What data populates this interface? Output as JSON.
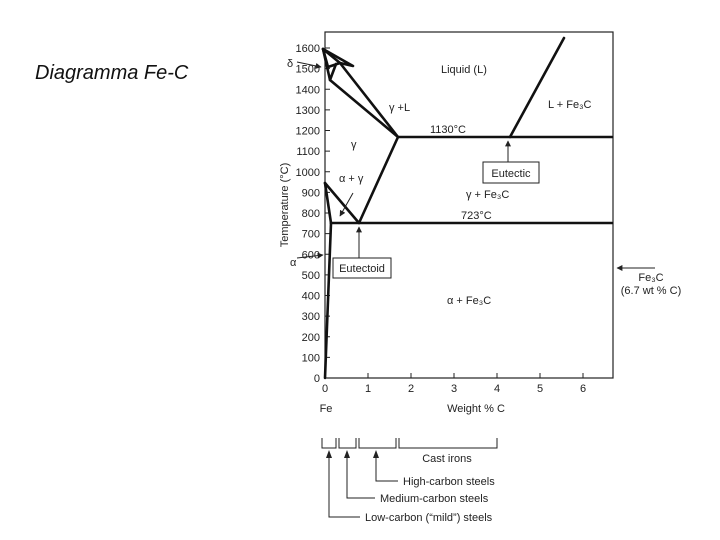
{
  "slide": {
    "title": "Diagramma Fe-C"
  },
  "diagram": {
    "y_axis": {
      "label": "Temperature (°C)",
      "ticks": [
        "1600",
        "1500",
        "1400",
        "1300",
        "1200",
        "1100",
        "1000",
        "900",
        "800",
        "700",
        "600",
        "500",
        "400",
        "300",
        "200",
        "100",
        "0"
      ]
    },
    "x_axis": {
      "label": "Weight % C",
      "origin_label": "Fe",
      "ticks": [
        "0",
        "1",
        "2",
        "3",
        "4",
        "5",
        "6"
      ]
    },
    "phases": {
      "liquid": "Liquid (L)",
      "l_fe3c": "L + Fe₃C",
      "gamma_l": "γ +L",
      "gamma": "γ",
      "alpha_gamma": "α + γ",
      "gamma_fe3c": "γ + Fe₃C",
      "alpha_fe3c": "α + Fe₃C",
      "delta": "δ",
      "alpha": "α"
    },
    "temperatures": {
      "eutectic": "1130°C",
      "eutectoid": "723°C"
    },
    "points": {
      "eutectic": "Eutectic",
      "eutectoid": "Eutectoid"
    },
    "fe3c": {
      "name": "Fe₃C",
      "composition": "(6.7 wt % C)"
    },
    "steel_ranges": {
      "cast_irons": "Cast irons",
      "high_carbon": "High-carbon steels",
      "medium_carbon": "Medium-carbon steels",
      "low_carbon": "Low-carbon (“mild”) steels"
    }
  }
}
